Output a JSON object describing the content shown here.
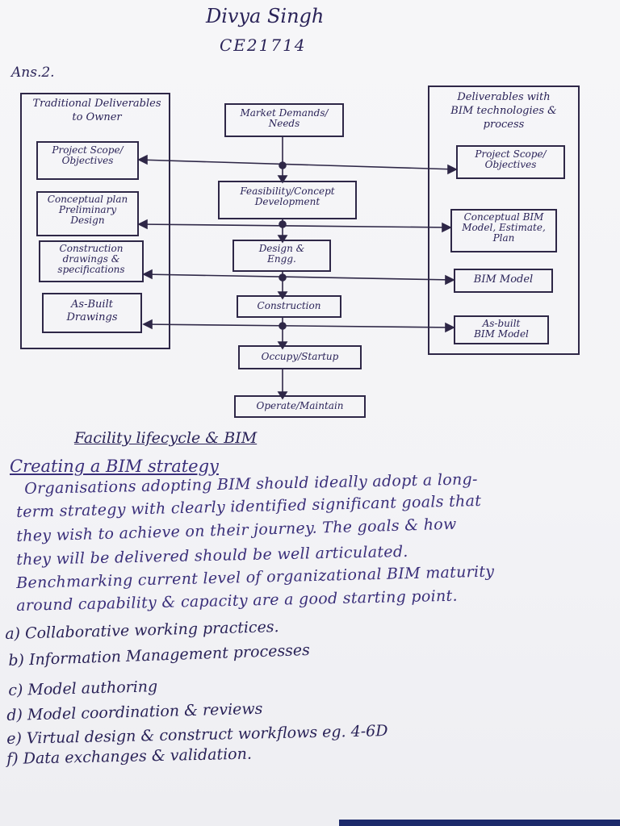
{
  "header": {
    "name": "Divya Singh",
    "roll": "CE21714",
    "answer_label": "Ans.2."
  },
  "diagram": {
    "left_column": {
      "title": "Traditional Deliverables\nto Owner",
      "items": [
        "Project Scope/\nObjectives",
        "Conceptual plan\nPreliminary\nDesign",
        "Construction\ndrawings &\nspecifications",
        "As-Built\nDrawings"
      ]
    },
    "center_column": {
      "items": [
        "Market Demands/\nNeeds",
        "Feasibility/Concept\nDevelopment",
        "Design &\nEngg.",
        "Construction",
        "Occupy/Startup",
        "Operate/Maintain"
      ]
    },
    "right_column": {
      "title": "Deliverables with\nBIM technologies &\nprocess",
      "items": [
        "Project Scope/\nObjectives",
        "Conceptual BIM\nModel, Estimate,\nPlan",
        "BIM Model",
        "As-built\nBIM Model"
      ]
    },
    "caption": "Facility lifecycle & BIM"
  },
  "section": {
    "heading": "Creating a BIM strategy",
    "paragraph_lines": [
      "Organisations adopting BIM should ideally adopt a long-",
      "term strategy with clearly identified significant goals that",
      "they wish to achieve on their journey. The goals & how",
      "they will be delivered should be well articulated.",
      "Benchmarking current level of organizational BIM maturity",
      "around capability & capacity are a good starting point."
    ],
    "list": [
      "a) Collaborative working practices.",
      "b) Information Management processes",
      "c) Model authoring",
      "d) Model coordination & reviews",
      "e) Virtual design & construct workflows eg. 4-6D",
      "f) Data exchanges & validation."
    ]
  },
  "colors": {
    "ink": "#2a2358",
    "box_border": "#2e2747",
    "paper": "#f4f4f6"
  }
}
